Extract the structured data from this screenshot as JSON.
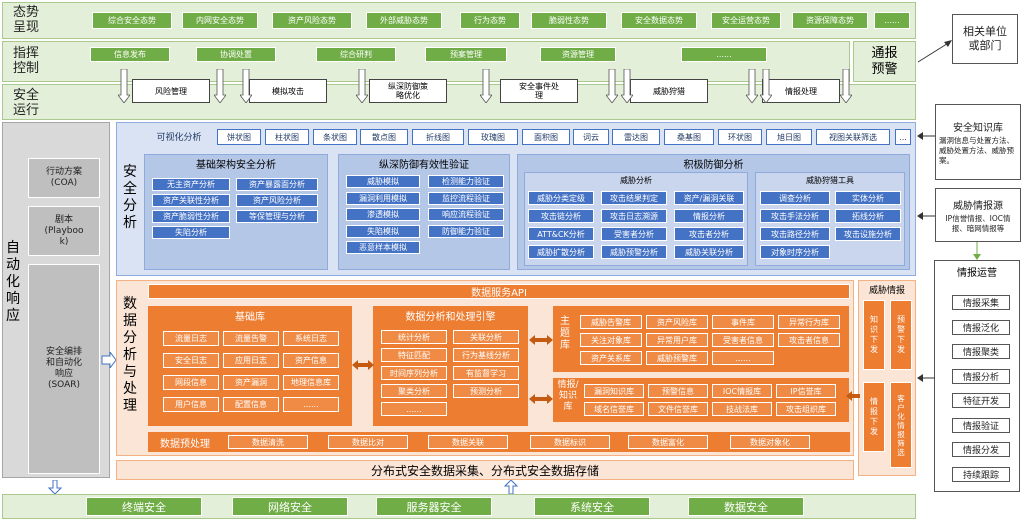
{
  "situation": {
    "title": "态势\n呈现",
    "items": [
      "综合安全态势",
      "内网安全态势",
      "资产风险态势",
      "外部威胁态势",
      "行为态势",
      "脆弱性态势",
      "安全数据态势",
      "安全运营态势",
      "资源保障态势",
      "......"
    ]
  },
  "command": {
    "title": "指挥\n控制",
    "items": [
      "信息发布",
      "协调处置",
      "综合研判",
      "预案管理",
      "资源管理",
      "......"
    ],
    "notify": "通报\n预警"
  },
  "ops": {
    "title": "安全\n运行",
    "items": [
      "风险管理",
      "模拟攻击",
      "纵深防御策\n略优化",
      "安全事件处\n理",
      "威胁狩猎",
      "情报处理"
    ]
  },
  "related": "相关单位\n或部门",
  "automation": {
    "title": "自\n动\n化\n响\n应",
    "coa": "行动方案\n(COA)",
    "playbook": "剧本\n(Playboo\nk)",
    "soar": "安全编排\n和自动化\n响应\n(SOAR)"
  },
  "analysis": {
    "title": "安\n全\n分\n析",
    "vis_title": "可视化分析",
    "vis_items": [
      "饼状图",
      "柱状图",
      "条状图",
      "散点图",
      "折线图",
      "玫瑰图",
      "面积图",
      "词云",
      "雷达图",
      "桑基图",
      "环状图",
      "旭日图",
      "视图关联筛选",
      "..."
    ],
    "base": {
      "title": "基础架构安全分析",
      "items": [
        "无主资产分析",
        "资产暴露面分析",
        "资产关联性分析",
        "资产风险分析",
        "资产脆弱性分析",
        "等保管理与分析",
        "失陷分析"
      ]
    },
    "depth": {
      "title": "纵深防御有效性验证",
      "items": [
        "威胁模拟",
        "检测能力验证",
        "漏洞利用模拟",
        "监控流程验证",
        "渗透模拟",
        "响应流程验证",
        "失陷模拟",
        "防御能力验证",
        "恶意样本模拟"
      ]
    },
    "active": {
      "title": "积极防御分析",
      "threat_title": "威胁分析",
      "threat_items": [
        "威胁分类定级",
        "攻击结果判定",
        "资产/漏洞关联",
        "攻击链分析",
        "攻击日志溯源",
        "情报分析",
        "ATT&CK分析",
        "受害者分析",
        "攻击者分析",
        "威胁扩散分析",
        "威胁预警分析",
        "威胁关联分析"
      ],
      "hunt_title": "威胁狩猎工具",
      "hunt_items": [
        "调查分析",
        "实体分析",
        "攻击手法分析",
        "拓线分析",
        "攻击路径分析",
        "攻击设施分析",
        "对象时序分析"
      ]
    }
  },
  "knowledge": {
    "title": "安全知识库",
    "desc": "漏洞信息与处置方法、威胁处置方法、威胁预案。"
  },
  "intel_source": {
    "title": "威胁情报源",
    "desc": "IP信誉情报、IOC情报、暗网情报等"
  },
  "intel_ops": {
    "title": "情报运营",
    "items": [
      "情报采集",
      "情报泛化",
      "情报聚类",
      "情报分析",
      "特征开发",
      "情报验证",
      "情报分发",
      "持续跟踪"
    ]
  },
  "data": {
    "title": "数\n据\n分\n析\n与\n处\n理",
    "api": "数据服务API",
    "base_title": "基础库",
    "base_items": [
      "流量日志",
      "流量告警",
      "系统日志",
      "安全日志",
      "应用日志",
      "资产信息",
      "网段信息",
      "资产漏洞",
      "地理信息库",
      "用户信息",
      "配置信息",
      "......"
    ],
    "engine_title": "数据分析和处理引擎",
    "engine_items": [
      "统计分析",
      "关联分析",
      "特征匹配",
      "行为基线分析",
      "时间序列分析",
      "有监督学习",
      "聚类分析",
      "预测分析",
      "......"
    ],
    "topic_title": "主\n题\n库",
    "topic_items": [
      "威胁告警库",
      "资产风险库",
      "事件库",
      "异常行为库",
      "关注对象库",
      "异常用户库",
      "受害者信息",
      "攻击者信息",
      "资产关系库",
      "威胁预警库",
      "......"
    ],
    "intel_title": "情报/\n知识\n库",
    "intel_items": [
      "漏洞知识库",
      "预警信息",
      "IOC情报库",
      "IP信誉库",
      "域名信誉库",
      "文件信誉库",
      "技战法库",
      "攻击组织库"
    ],
    "pre_title": "数据预处理",
    "pre_items": [
      "数据清洗",
      "数据比对",
      "数据关联",
      "数据标识",
      "数据富化",
      "数据对象化"
    ],
    "intel_panel": {
      "title": "威胁情报",
      "items": [
        "知\n识\n下\n发",
        "预\n警\n下\n发",
        "情\n报\n下\n发",
        "客\n户\n化\n情\n报\n筛\n选"
      ]
    }
  },
  "collect": "分布式安全数据采集、分布式安全数据存储",
  "sources": [
    "终端安全",
    "网络安全",
    "服务器安全",
    "系统安全",
    "数据安全"
  ]
}
